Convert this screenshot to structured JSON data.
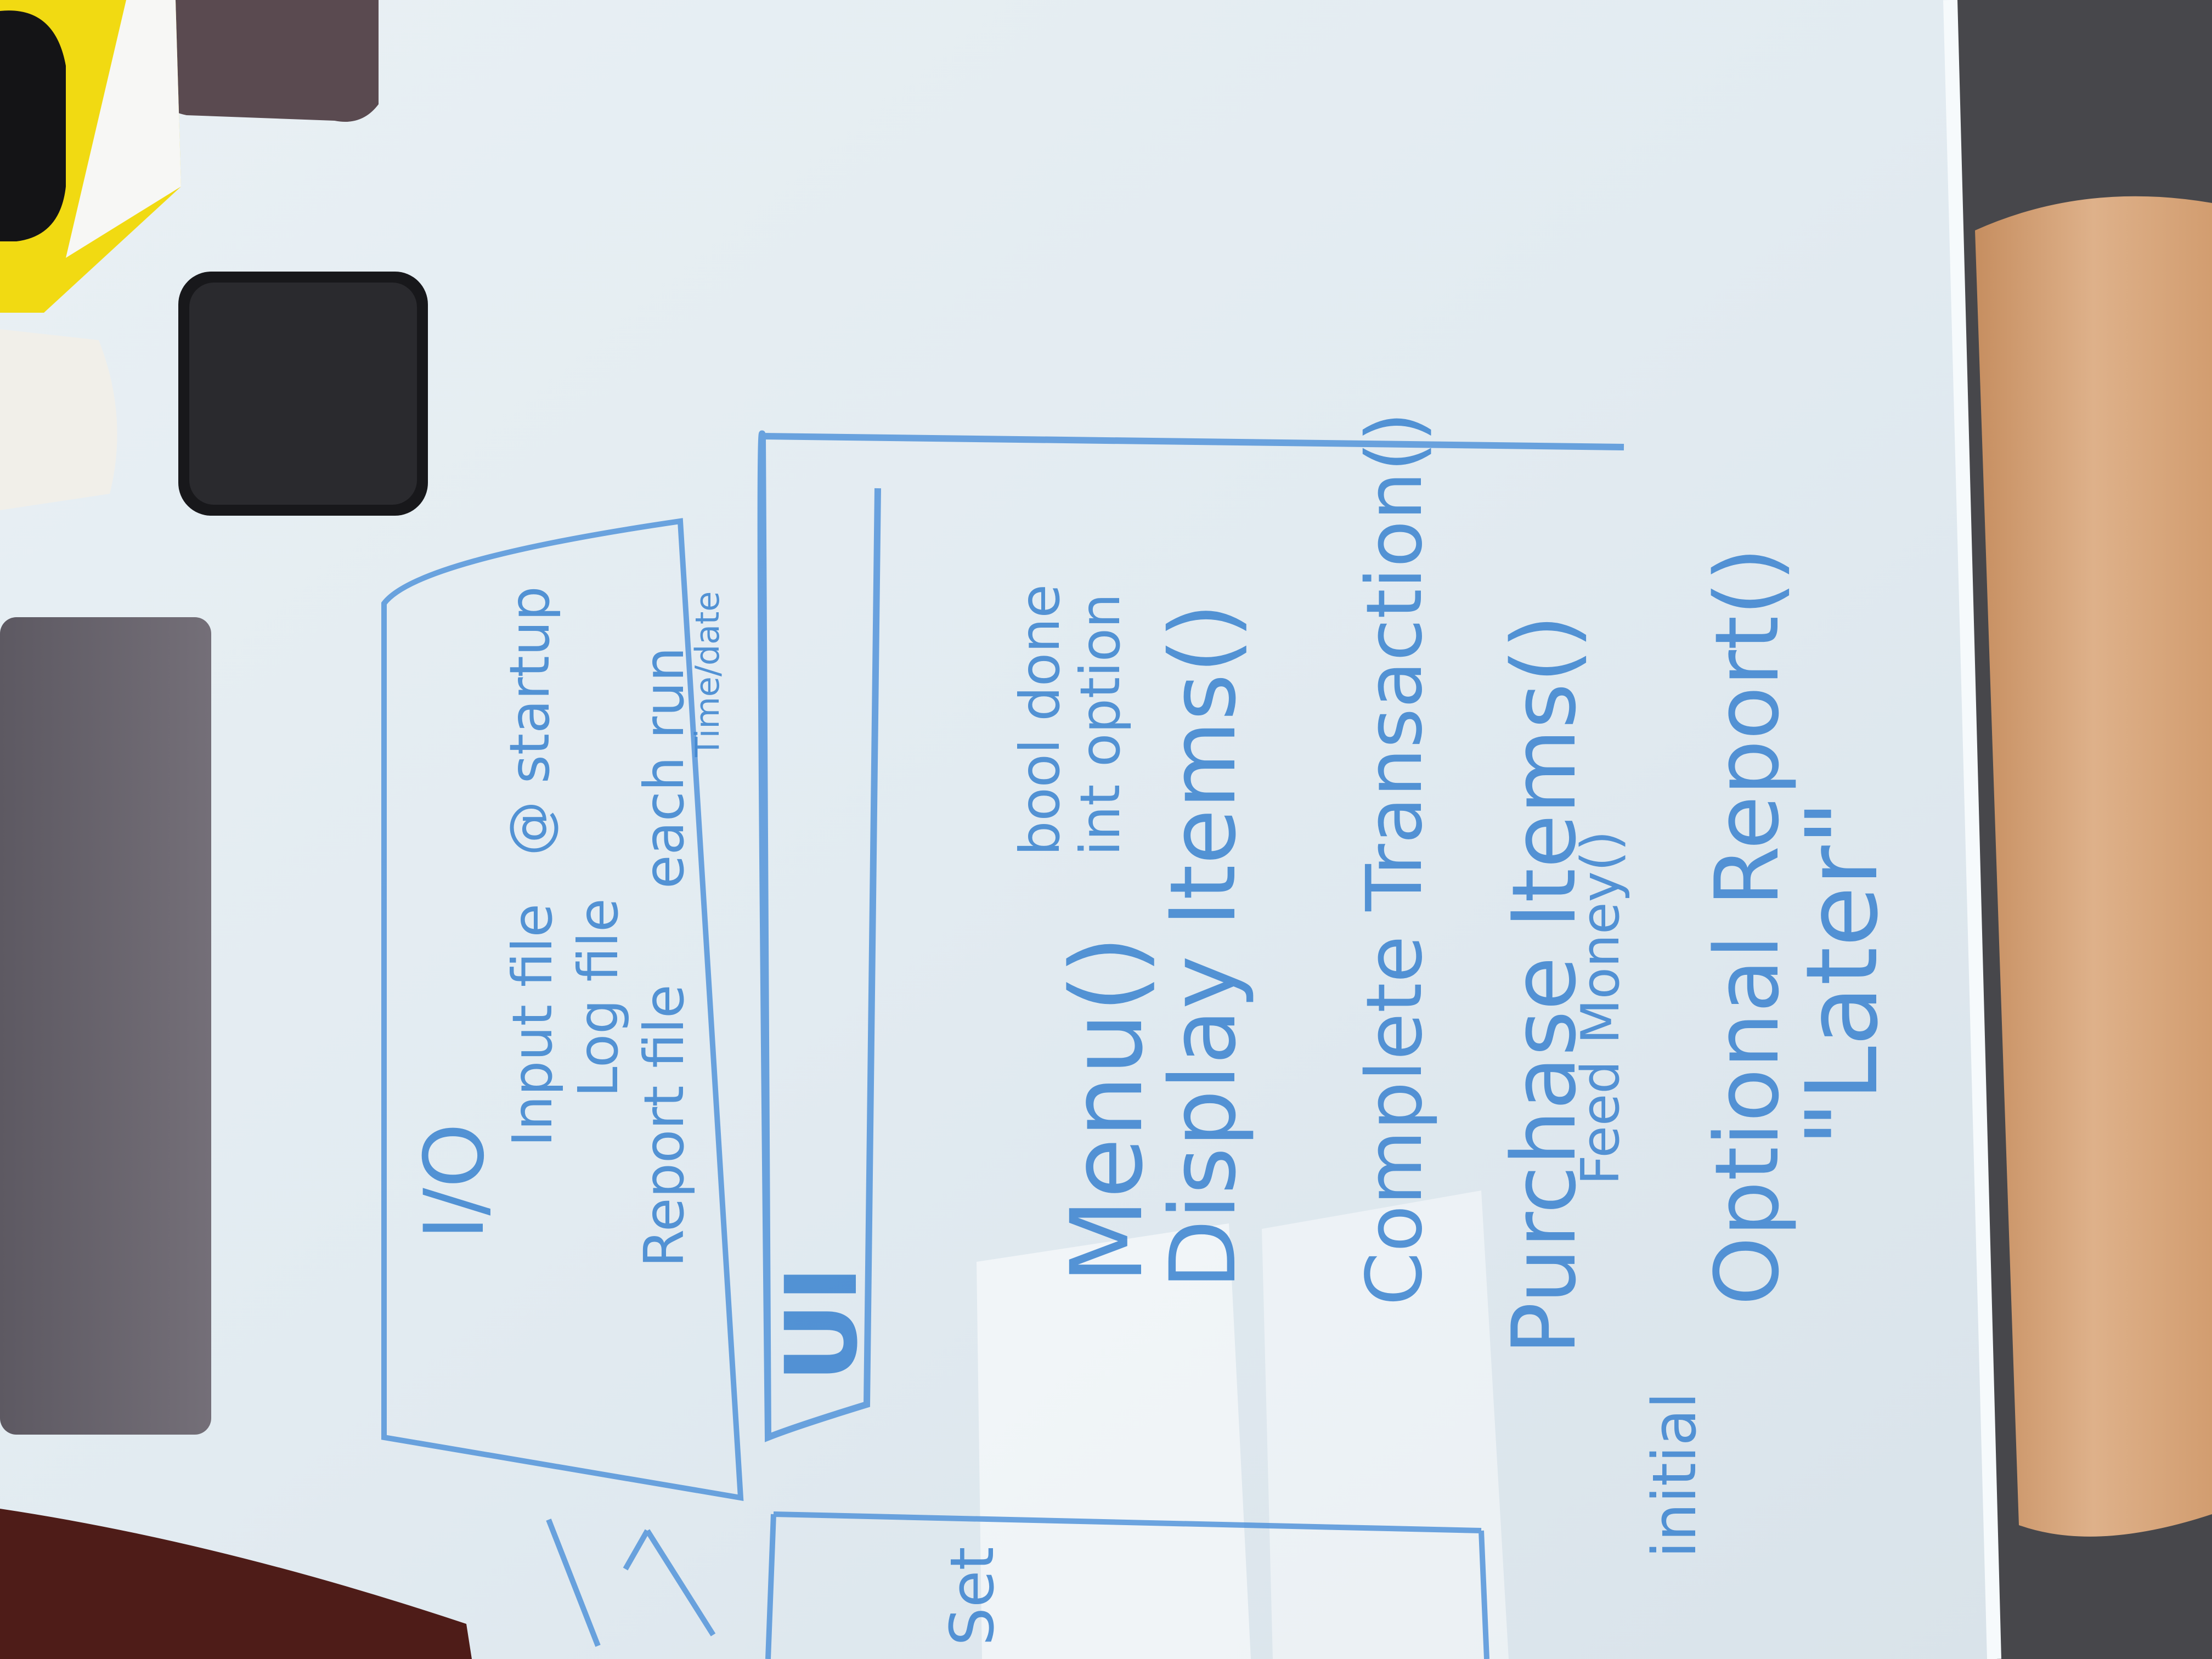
{
  "scene": {
    "description_colors": {
      "whiteboard": "#e6eef3",
      "marker_ink": "#3f86d1",
      "carpet": "#4a4a4e",
      "chair_wood": "#d5a57a",
      "laptop": "#6c6870",
      "leather": "#4e1c18",
      "notebook": "#f2dc10"
    }
  },
  "io_box": {
    "title": "I/O",
    "lines": [
      "Input file",
      "Log file",
      "Report file"
    ],
    "notes": [
      "@ startup",
      "each run",
      "Time/date"
    ]
  },
  "ui_box": {
    "title": "UI",
    "menu": "Menu()",
    "menu_notes": [
      "bool done",
      "int option"
    ],
    "display": "Display Items()",
    "complete": "Complete Transaction()",
    "purchase": "Purchase Items()",
    "feed": "Feed Money()",
    "initial": "initial",
    "optional": "Optional Report()",
    "later": "\"Later\""
  },
  "partial_box": {
    "label": "Set"
  }
}
